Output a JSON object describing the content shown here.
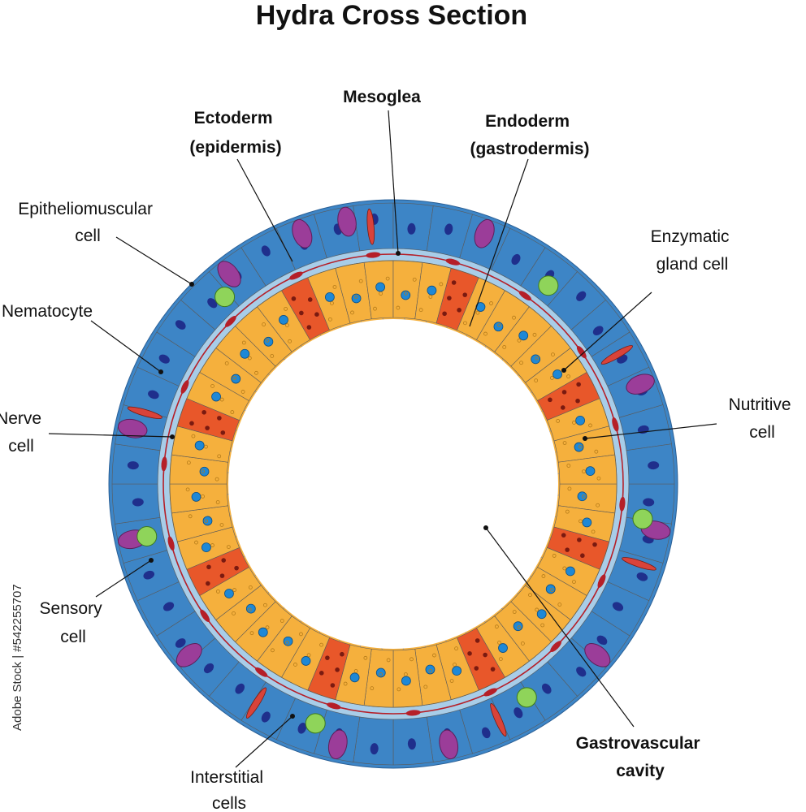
{
  "title": "Hydra Cross Section",
  "labels": {
    "ectoderm": [
      "Ectoderm",
      "(epidermis)"
    ],
    "mesoglea": [
      "Mesoglea"
    ],
    "endoderm": [
      "Endoderm",
      "(gastrodermis)"
    ],
    "epitheliomuscular": [
      "Epitheliomuscular",
      "cell"
    ],
    "enzymatic": [
      "Enzymatic",
      "gland cell"
    ],
    "nematocyte": [
      "Nematocyte"
    ],
    "nutritive": [
      "Nutritive",
      "cell"
    ],
    "nerve": [
      "Nerve",
      "cell"
    ],
    "sensory": [
      "Sensory",
      "cell"
    ],
    "interstitial": [
      "Interstitial",
      "cells"
    ],
    "gastrovascular": [
      "Gastrovascular",
      "cavity"
    ]
  },
  "credit": "Adobe Stock | #542255707",
  "colors": {
    "ectoderm": "#3d85c6",
    "ectoderm_nucleus": "#1f2f8c",
    "mesoglea": "#a8cde8",
    "endoderm": "#f5b03d",
    "gland": "#e8572a",
    "nucleus_blue": "#1e88d6",
    "nematocyte": "#9b3d99",
    "interstitial": "#8fd45a",
    "nerve": "#b51f28"
  }
}
